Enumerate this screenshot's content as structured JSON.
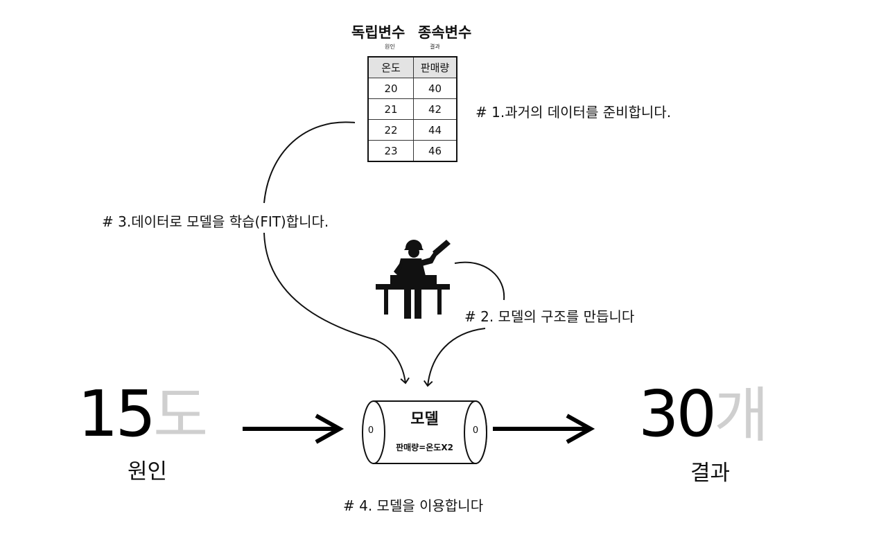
{
  "header": {
    "independent": "독립변수",
    "independent_sub": "원인",
    "dependent": "종속변수",
    "dependent_sub": "결과"
  },
  "table": {
    "columns": [
      "온도",
      "판매량"
    ],
    "rows": [
      [
        "20",
        "40"
      ],
      [
        "21",
        "42"
      ],
      [
        "22",
        "44"
      ],
      [
        "23",
        "46"
      ]
    ]
  },
  "steps": {
    "step1": "# 1.과거의 데이터를 준비합니다.",
    "step2": "# 2. 모델의 구조를 만듭니다",
    "step3": "# 3.데이터로 모델을 학습(FIT)합니다.",
    "step4": "# 4. 모델을 이용합니다"
  },
  "input": {
    "number": "15",
    "unit": "도",
    "caption": "원인"
  },
  "output": {
    "number": "30",
    "unit": "개",
    "caption": "결과"
  },
  "model": {
    "title": "모델",
    "formula": "판매량=온도X2",
    "end_mark": "0"
  },
  "icons": {
    "worker": "worker-at-workbench-icon"
  },
  "colors": {
    "unit_gray": "#cfcfcf",
    "header_gray": "#e3e3e3"
  }
}
